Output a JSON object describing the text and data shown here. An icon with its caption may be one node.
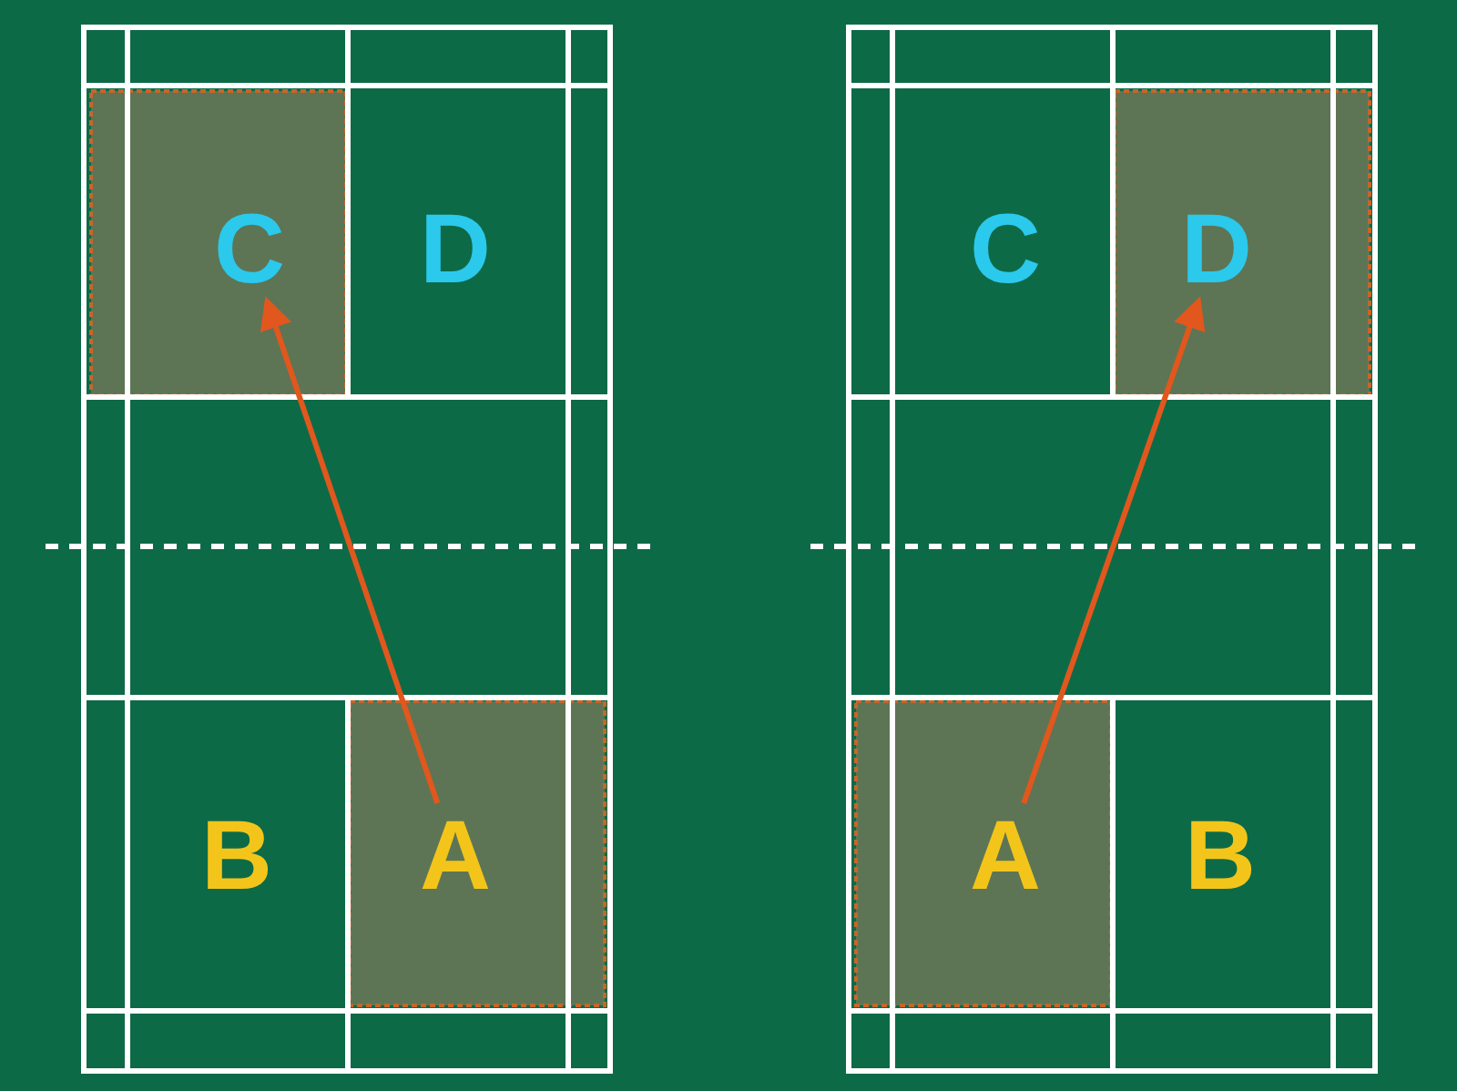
{
  "diagram": {
    "nodes": [
      {
        "text": [
          "C"
        ]
      },
      {
        "text": [
          "D"
        ]
      },
      {
        "text": [
          "B"
        ]
      },
      {
        "text": [
          "A"
        ]
      },
      {
        "text": [
          "C"
        ]
      },
      {
        "text": [
          "D"
        ]
      },
      {
        "text": [
          "A"
        ]
      },
      {
        "text": [
          "B"
        ]
      }
    ],
    "edges": [
      {
        "from": 3,
        "to": 0,
        "arrow": "to"
      },
      {
        "from": 6,
        "to": 5,
        "arrow": "to"
      }
    ]
  }
}
